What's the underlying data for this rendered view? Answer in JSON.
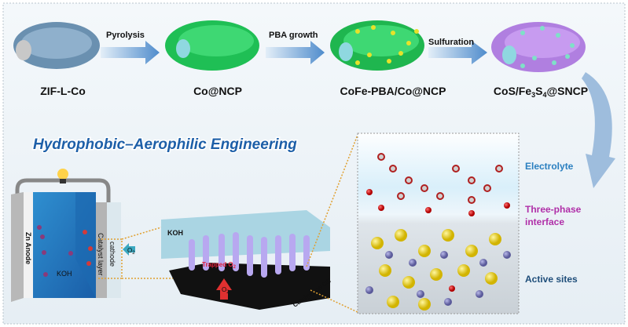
{
  "steps": [
    {
      "label": "ZIF-L-Co"
    },
    {
      "label": "Co@NCP"
    },
    {
      "label": "CoFe-PBA/Co@NCP"
    },
    {
      "label_parts": [
        "CoS/Fe",
        "3",
        "S",
        "4",
        "@SNCP"
      ]
    }
  ],
  "arrows": [
    "Pyrolysis",
    "PBA growth",
    "Sulfuration"
  ],
  "title": "Hydrophobic–Aerophilic Engineering",
  "battery": {
    "anode": "Zn Anode",
    "electrolyte": "KOH",
    "catalyst": "Catalyst layer",
    "cathode": "cathode",
    "gas": "O",
    "gas_sub": "2"
  },
  "middle": {
    "electrolyte": "KOH",
    "trapped": "Trapped O",
    "trapped_sub": "2",
    "gas": "O",
    "gas_sub": "2",
    "substrate": "Catalyst on CC"
  },
  "panel": {
    "top": "Electrolyte",
    "mid1": "Three-phase",
    "mid2": "interface",
    "bottom": "Active sites"
  },
  "colors": {
    "title": "#1d5fa8",
    "electrolyte": "#2a7fc0",
    "interface": "#b02fa8",
    "active": "#1f4e7a",
    "ncp": "#1fbf55",
    "sncp": "#b07fe0",
    "zif": "#6a90b0"
  }
}
